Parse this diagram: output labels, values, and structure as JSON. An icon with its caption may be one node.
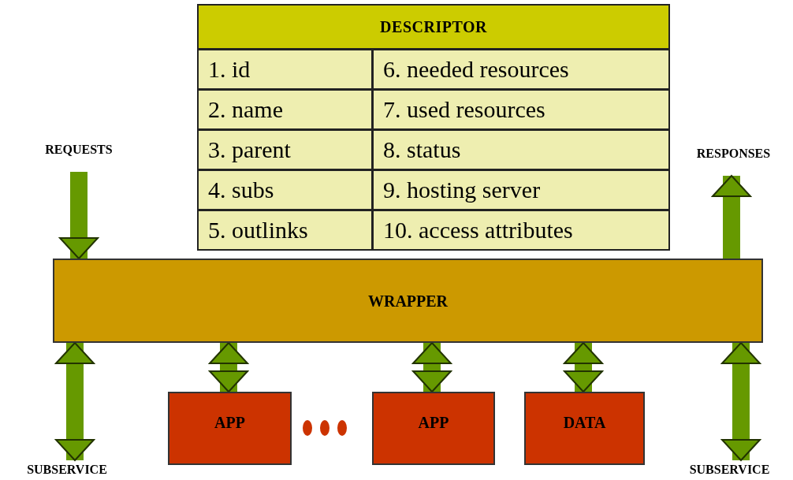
{
  "diagram": {
    "nodes": [
      {
        "text": [
          "DESCRIPTOR"
        ]
      },
      {
        "text": [
          "REQUESTS"
        ]
      },
      {
        "text": [
          "RESPONSES"
        ]
      },
      {
        "text": [
          "WRAPPER"
        ]
      },
      {
        "text": [
          "APP"
        ]
      },
      {
        "text": [
          "APP"
        ]
      },
      {
        "text": [
          "DATA"
        ]
      },
      {
        "text": [
          "SUBSERVICE"
        ]
      },
      {
        "text": [
          "SUBSERVICE"
        ]
      }
    ],
    "edges": [
      {
        "from": 1,
        "to": 3,
        "arrow": "to"
      },
      {
        "from": 3,
        "to": 2,
        "arrow": "to"
      },
      {
        "from": 3,
        "to": 7,
        "arrow": "both"
      },
      {
        "from": 3,
        "to": 4,
        "arrow": "both"
      },
      {
        "from": 3,
        "to": 5,
        "arrow": "both"
      },
      {
        "from": 3,
        "to": 6,
        "arrow": "both"
      },
      {
        "from": 3,
        "to": 8,
        "arrow": "both"
      }
    ],
    "labels": [
      "1. id",
      "6. needed resources",
      "2. name",
      "7. used resources",
      "3. parent",
      "8. status",
      "4. subs",
      "9. hosting server",
      "5. outlinks",
      "10. access attributes"
    ]
  }
}
